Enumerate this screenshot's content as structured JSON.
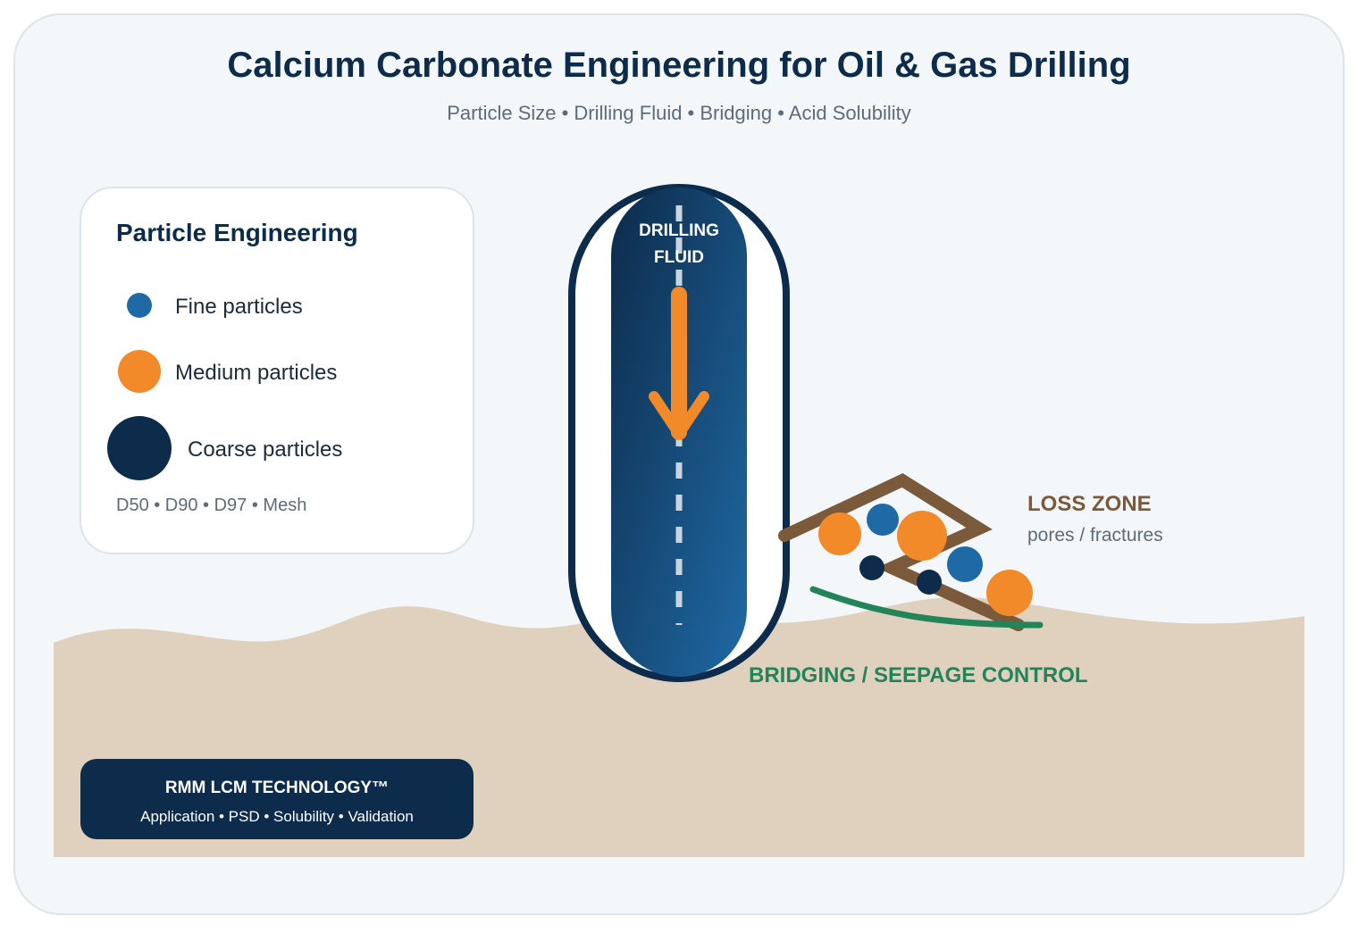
{
  "header": {
    "title": "Calcium Carbonate Engineering for Oil & Gas Drilling",
    "subtitle": "Particle Size • Drilling Fluid • Bridging • Acid Solubility"
  },
  "legend_card": {
    "title": "Particle Engineering",
    "items": [
      {
        "label": "Fine particles",
        "size": "fine",
        "color": "#1F6AA5"
      },
      {
        "label": "Medium particles",
        "size": "medium",
        "color": "#F28A2A"
      },
      {
        "label": "Coarse particles",
        "size": "coarse",
        "color": "#0D2B4A"
      }
    ],
    "note": "D50 • D90 • D97 • Mesh"
  },
  "wellbore": {
    "label_line1": "DRILLING",
    "label_line2": "FLUID",
    "arrow_icon": "down-arrow-icon"
  },
  "loss_zone": {
    "title": "LOSS ZONE",
    "subtitle": "pores / fractures"
  },
  "bridging": {
    "label": "BRIDGING / SEEPAGE CONTROL"
  },
  "badge": {
    "title": "RMM LCM TECHNOLOGY™",
    "subtitle": "Application • PSD • Solubility • Validation"
  },
  "colors": {
    "navy": "#0D2B4A",
    "blue": "#1F6AA5",
    "orange": "#F28A2A",
    "brown": "#7A5A3A",
    "green": "#23845A",
    "sand": "#DFD1BD",
    "background": "#F3F7FA",
    "muted_text": "#5E6B78"
  }
}
